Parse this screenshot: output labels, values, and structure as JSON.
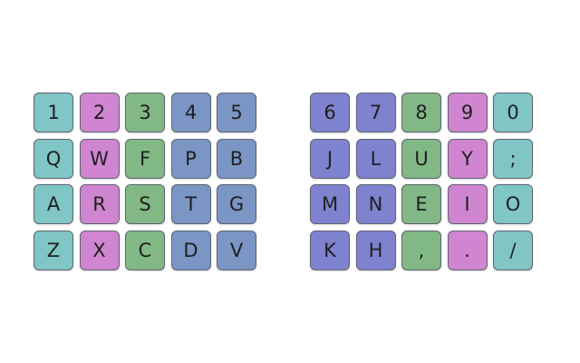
{
  "colors": {
    "teal": "#7fc6c5",
    "pink": "#cf85d0",
    "green": "#82b886",
    "steel": "#7b96c4",
    "indigo": "#7f82cf"
  },
  "left_half": [
    {
      "label": "1",
      "color": "teal"
    },
    {
      "label": "2",
      "color": "pink"
    },
    {
      "label": "3",
      "color": "green"
    },
    {
      "label": "4",
      "color": "steel"
    },
    {
      "label": "5",
      "color": "steel"
    },
    {
      "label": "Q",
      "color": "teal"
    },
    {
      "label": "W",
      "color": "pink"
    },
    {
      "label": "F",
      "color": "green"
    },
    {
      "label": "P",
      "color": "steel"
    },
    {
      "label": "B",
      "color": "steel"
    },
    {
      "label": "A",
      "color": "teal"
    },
    {
      "label": "R",
      "color": "pink"
    },
    {
      "label": "S",
      "color": "green"
    },
    {
      "label": "T",
      "color": "steel"
    },
    {
      "label": "G",
      "color": "steel"
    },
    {
      "label": "Z",
      "color": "teal"
    },
    {
      "label": "X",
      "color": "pink"
    },
    {
      "label": "C",
      "color": "green"
    },
    {
      "label": "D",
      "color": "steel"
    },
    {
      "label": "V",
      "color": "steel"
    }
  ],
  "right_half": [
    {
      "label": "6",
      "color": "indigo"
    },
    {
      "label": "7",
      "color": "indigo"
    },
    {
      "label": "8",
      "color": "green"
    },
    {
      "label": "9",
      "color": "pink"
    },
    {
      "label": "0",
      "color": "teal"
    },
    {
      "label": "J",
      "color": "indigo"
    },
    {
      "label": "L",
      "color": "indigo"
    },
    {
      "label": "U",
      "color": "green"
    },
    {
      "label": "Y",
      "color": "pink"
    },
    {
      "label": ";",
      "color": "teal"
    },
    {
      "label": "M",
      "color": "indigo"
    },
    {
      "label": "N",
      "color": "indigo"
    },
    {
      "label": "E",
      "color": "green"
    },
    {
      "label": "I",
      "color": "pink"
    },
    {
      "label": "O",
      "color": "teal"
    },
    {
      "label": "K",
      "color": "indigo"
    },
    {
      "label": "H",
      "color": "indigo"
    },
    {
      "label": ",",
      "color": "green"
    },
    {
      "label": ".",
      "color": "pink"
    },
    {
      "label": "/",
      "color": "teal"
    }
  ]
}
